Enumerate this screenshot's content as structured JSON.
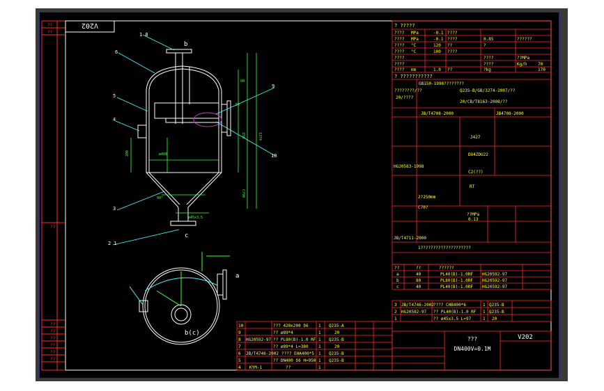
{
  "colors": {
    "background": "#000000",
    "frame": "#3a3a3a",
    "table_lines": "#ff2a2a",
    "text": "#ffffff",
    "text_yellow": "#ffff3c",
    "vessel": "#ffffff",
    "dimensions": "#3cff3c",
    "leaders": "#3cffff",
    "highlight": "#c040c0"
  },
  "drawing": {
    "stamp_rotated": "V202",
    "left_column_labels": [
      "??",
      "??"
    ],
    "left_lower_labels": [
      "??",
      "??",
      "??",
      "??",
      "??",
      "??",
      "??"
    ],
    "part_callouts": [
      "1 8",
      "6",
      "5",
      "4",
      "3",
      "2 1",
      "9",
      "10"
    ],
    "nozzle_letters": [
      "b",
      "c",
      "a",
      "b(c)"
    ],
    "dimensions": [
      "ø400",
      "ø45x3.5",
      "90°",
      "1374",
      "150",
      "200",
      "C790",
      "50",
      "90"
    ]
  },
  "tech_table": {
    "header": "? ?????",
    "rows": [
      [
        "????",
        "MPa",
        "-0.1",
        "????"
      ],
      [
        "????",
        "MPa",
        "-0.1",
        "????",
        "0.85",
        "??????"
      ],
      [
        "????",
        "°C",
        "120",
        "??",
        "?"
      ],
      [
        "????",
        "°C",
        "100",
        "????"
      ],
      [
        "????",
        "",
        "",
        "????",
        "??MPa"
      ],
      [
        "????",
        "",
        "",
        "????",
        "Kg/h"
      ],
      [
        "????",
        "mm",
        "1.0",
        "??",
        "70"
      ],
      [
        "",
        "",
        "",
        "?kg",
        "170"
      ]
    ],
    "subheader": "? ???????????",
    "notes": [
      "GB150-1998????????",
      "????????/??",
      "Q235-B/GB/3274-2007/??",
      "20/????",
      "20/CB/T8163-2008/??",
      "JB/T4708-2000",
      "JB4708-2000",
      "J427",
      "DU4ZDU22",
      "HG20583-1998",
      "C2(??)",
      "RT",
      "2?250mm",
      "C70?",
      "??MPa",
      "0.13",
      "JB/T4711-2000",
      "1????????????????????"
    ]
  },
  "nozzle_table": {
    "rows": [
      {
        "mark": "??",
        "size": "??",
        "standard": "??????"
      },
      {
        "mark": "a",
        "size": "40",
        "standard": "PL40(B)-1.0RF",
        "material": "HG20592-97"
      },
      {
        "mark": "b",
        "size": "80",
        "standard": "PL80(B)-1.0RF",
        "material": "HG20592-97"
      },
      {
        "mark": "c",
        "size": "40",
        "standard": "PL40(B)-1.0RF",
        "material": "HG20592-97"
      }
    ]
  },
  "bom_right": {
    "rows": [
      [
        "3",
        "JB/T4746-2002",
        "???? CHB400*6",
        "1",
        "Q235-B"
      ],
      [
        "2",
        "HG20592-97",
        "?? PL40(B)-1.0 RF",
        "1",
        "Q235-B"
      ],
      [
        "1",
        "",
        "?? ø45x3.5 L=97",
        "1",
        "20"
      ]
    ]
  },
  "title_block": {
    "name": "???",
    "spec": "DN400V=0.1M",
    "drawing_no": "V202"
  },
  "bom_bottom": {
    "rows": [
      [
        "10",
        "",
        "??? 420x200 δ6",
        "1",
        "Q235-A"
      ],
      [
        "9",
        "",
        "?? ø89*4",
        "1",
        "20"
      ],
      [
        "8",
        "HG20592-97",
        "?? PL80(B)-1.0 RF",
        "1",
        "Q235-B"
      ],
      [
        "7",
        "",
        "?? ø89*4 L=380",
        "1",
        "20"
      ],
      [
        "6",
        "JB/T4746-2002",
        "???? EHA400*5",
        "1",
        "Q235-B"
      ],
      [
        "5",
        "",
        "?? DN400 δ6 H=950",
        "1",
        "Q235-B"
      ],
      [
        "4",
        "KYM-1",
        "??",
        "1",
        ""
      ]
    ]
  }
}
